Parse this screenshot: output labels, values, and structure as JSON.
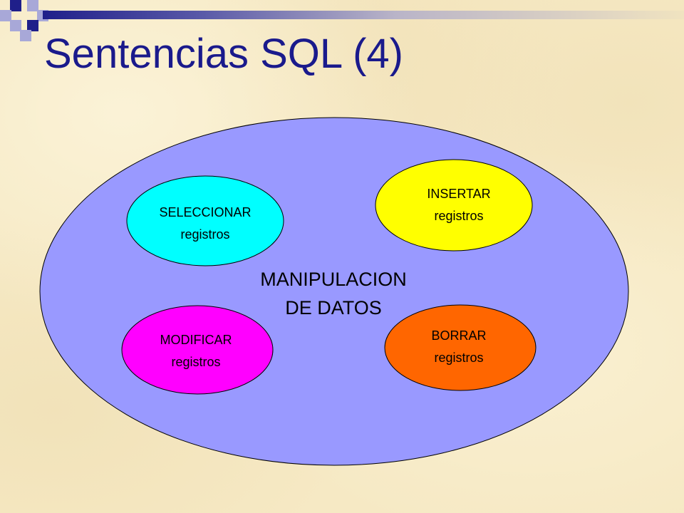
{
  "slide": {
    "title": "Sentencias SQL (4)"
  },
  "diagram": {
    "center": {
      "line1": "MANIPULACION",
      "line2": "DE DATOS",
      "fill": "#9999ff"
    },
    "nodes": [
      {
        "id": "seleccionar",
        "line1": "SELECCIONAR",
        "line2": "registros",
        "fill": "#00ffff"
      },
      {
        "id": "insertar",
        "line1": "INSERTAR",
        "line2": "registros",
        "fill": "#ffff00"
      },
      {
        "id": "modificar",
        "line1": "MODIFICAR",
        "line2": "registros",
        "fill": "#ff00ff"
      },
      {
        "id": "borrar",
        "line1": "BORRAR",
        "line2": "registros",
        "fill": "#ff6600"
      }
    ]
  },
  "theme": {
    "title_color": "#1a1a8c",
    "accent_dark": "#1f1f8a",
    "accent_light": "#a8a8d8"
  }
}
